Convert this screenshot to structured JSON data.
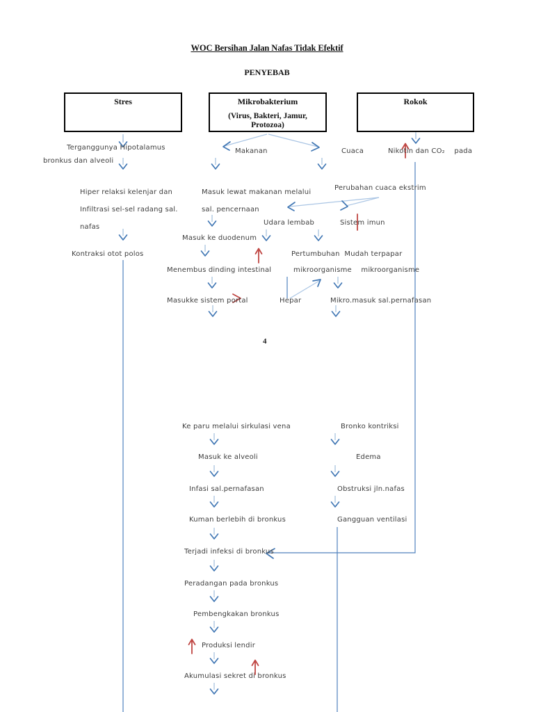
{
  "page": {
    "number": "4"
  },
  "header": {
    "title": "WOC Bersihan Jalan Nafas Tidak Efektif",
    "subtitle": "PENYEBAB"
  },
  "boxes": {
    "stres": "Stres",
    "mikro_line1": "Mikrobakterium",
    "mikro_line2": "(Virus, Bakteri, Jamur,",
    "mikro_line3": "Protozoa)",
    "rokok": "Rokok"
  },
  "nodes": {
    "terganggunya": "Terganggunya Hipotalamus\nbronkus dan alveoli",
    "makanan": "Makanan",
    "cuaca": "Cuaca",
    "nikotin": "Nikotin dan CO₂    pada",
    "hiper": "Hiper relaksi kelenjar dan\nInfiltrasi sel-sel radang sal.\nnafas",
    "masuk_lewat": "Masuk lewat makanan melalui\nsal. pencernaan",
    "perubahan": "Perubahan cuaca ekstrim",
    "udara": "Udara lembab",
    "sistem_imun": "Sistem imun",
    "duodenum": "Masuk ke duodenum",
    "kontraksi": "Kontraksi otot polos",
    "pertumbuhan": "Pertumbuhan  Mudah terpapar",
    "menembus": "Menembus dinding intestinal",
    "mikroorganisme": "mikroorganisme    mikroorganisme",
    "portal": "Masukke sistem portal",
    "hepar": "Hepar",
    "mikro_masuk": "Mikro.masuk sal.pernafasan",
    "ke_paru": "Ke paru melalui sirkulasi vena",
    "alveoli": "Masuk ke alveoli",
    "infasi": "Infasi sal.pernafasan",
    "kuman": "Kuman berlebih di bronkus",
    "terjadi": "Terjadi infeksi di bronkus",
    "peradangan": "Peradangan pada bronkus",
    "pembengkakan": "Pembengkakan bronkus",
    "produksi": "Produksi lendir",
    "akumulasi": "Akumulasi sekret di bronkus",
    "bronko": "Bronko kontriksi",
    "edema": "Edema",
    "obstruksi": "Obstruksi jln.nafas",
    "gangguan": "Gangguan ventilasi"
  },
  "colors": {
    "arrow_blue": "#4177b4",
    "line_blue": "#4f81bd",
    "light_blue": "#aac5e4",
    "annotation_red": "#bf4542",
    "text": "#3d3d3d"
  }
}
